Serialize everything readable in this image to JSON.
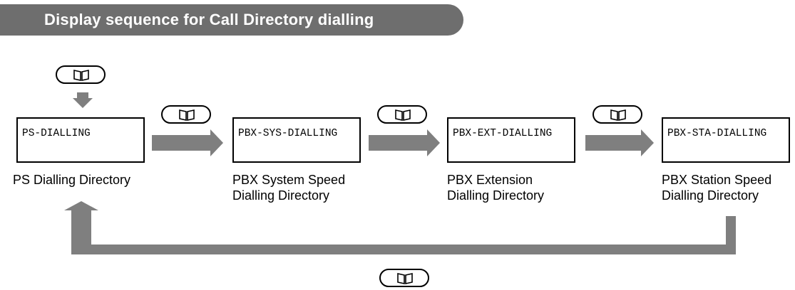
{
  "title": "Display sequence for Call Directory dialling",
  "key_icon": "phonebook-icon",
  "arrow_color": "#7f7f7f",
  "banner_color": "#6e6e6e",
  "displays": [
    {
      "text": "PS-DIALLING",
      "label_line1": "PS Dialling Directory",
      "label_line2": ""
    },
    {
      "text": "PBX-SYS-DIALLING",
      "label_line1": "PBX System Speed",
      "label_line2": "Dialling Directory"
    },
    {
      "text": "PBX-EXT-DIALLING",
      "label_line1": "PBX Extension",
      "label_line2": "Dialling Directory"
    },
    {
      "text": "PBX-STA-DIALLING",
      "label_line1": "PBX Station Speed",
      "label_line2": "Dialling Directory"
    }
  ]
}
